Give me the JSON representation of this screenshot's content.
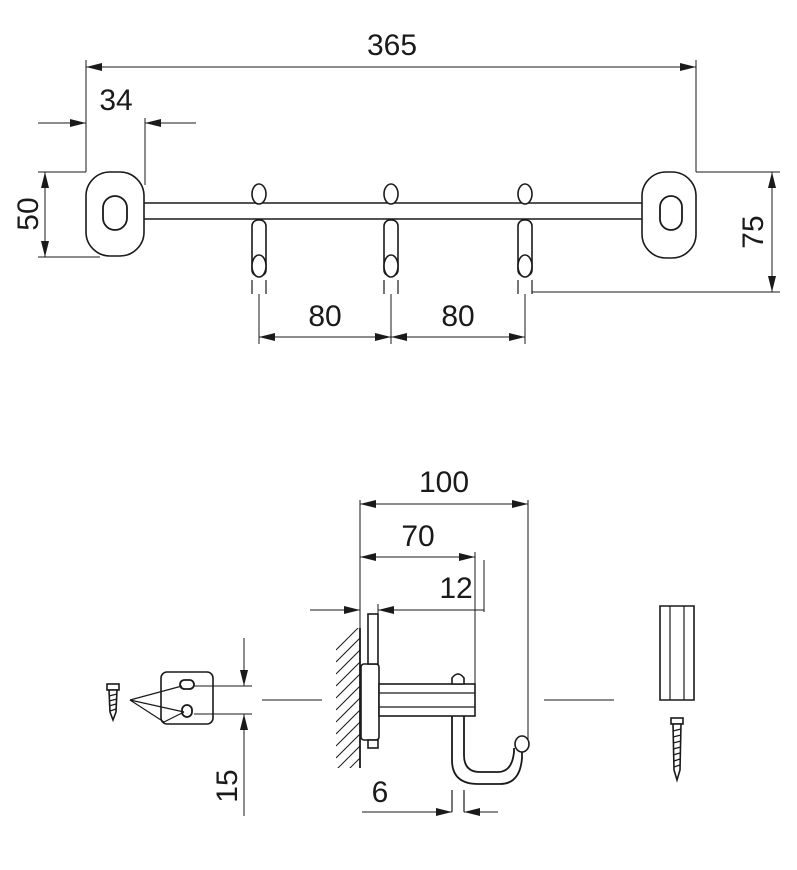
{
  "dimensions": {
    "overall_length": "365",
    "bracket_offset": "34",
    "bracket_height": "50",
    "hook_drop": "75",
    "hook_spacing_1": "80",
    "hook_spacing_2": "80",
    "projection_total": "100",
    "projection_hook": "70",
    "projection_plate": "12",
    "screw_spacing": "15",
    "hook_thickness": "6"
  }
}
